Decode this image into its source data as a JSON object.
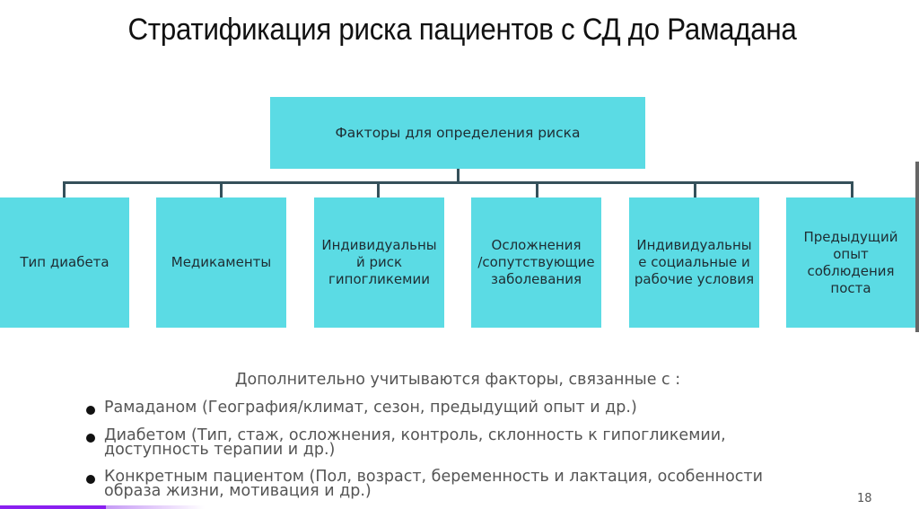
{
  "title": "Стратификация риска пациентов с СД до Рамадана",
  "diagram": {
    "root": "Факторы для определения риска",
    "children": [
      "Тип диабета",
      "Медикаменты",
      "Индивидуальны\nй риск\nгипогликемии",
      "Осложнения\n/сопутствующие\nзаболевания",
      "Индивидуальны\nе социальные и\nрабочие условия",
      "Предыдущий\nопыт\nсоблюдения\nпоста"
    ],
    "colors": {
      "box": "#5bdbe4",
      "connector": "#35505a"
    }
  },
  "additional": {
    "heading": "Дополнительно учитываются факторы, связанные с :",
    "bullets": [
      {
        "line1": "Рамаданом (География/климат, сезон, предыдущий опыт и др.)",
        "line2": ""
      },
      {
        "line1": "Диабетом (Тип, стаж, осложнения, контроль, склонность к гипогликемии,",
        "line2": "доступность терапии и др.)"
      },
      {
        "line1": "Конкретным пациентом (Пол, возраст, беременность и лактация, особенности",
        "line2": "образа жизни, мотивация и др.)"
      }
    ]
  },
  "page_number": "18"
}
